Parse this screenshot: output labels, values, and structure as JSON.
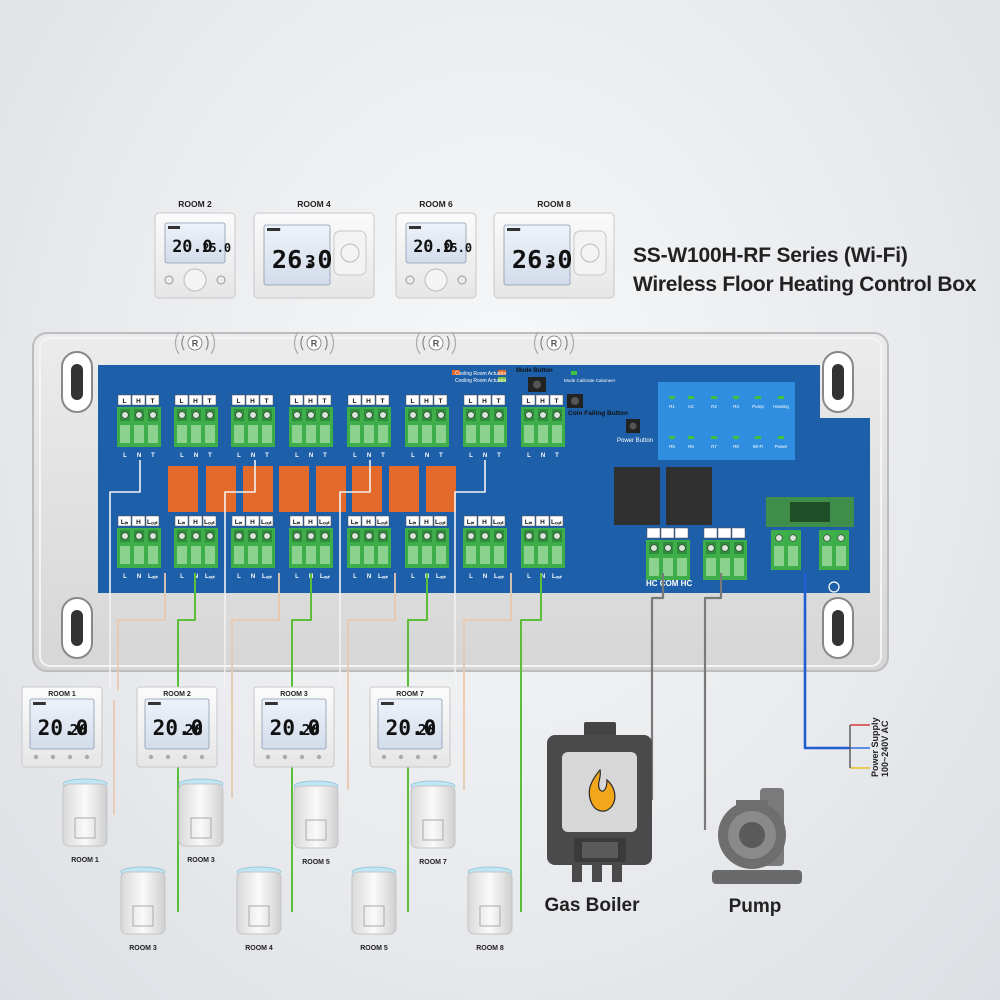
{
  "title": {
    "line1": "SS-W100H-RF Series (Wi-Fi)",
    "line2": "Wireless Floor Heating Control Box"
  },
  "top_thermostats": [
    {
      "label": "ROOM 2",
      "temp": "20.0",
      "set": "25.0",
      "style": "knob"
    },
    {
      "label": "ROOM 4",
      "temp": "26.0",
      "set": "3",
      "style": "pad"
    },
    {
      "label": "ROOM 6",
      "temp": "20.0",
      "set": "25.0",
      "style": "knob"
    },
    {
      "label": "ROOM 8",
      "temp": "26.0",
      "set": "3",
      "style": "pad"
    }
  ],
  "rf_symbol": "R",
  "board": {
    "legend": [
      "Cooling Room Actuator",
      "Cooling Room Actuator"
    ],
    "mode_button": "Mode Button",
    "mode_calibrate": "Mode Calibrate Calomeer",
    "coin_falling_button": "Coin Falling Button",
    "power_button": "Power Button",
    "top_terminal_labels": [
      "L",
      "H",
      "T"
    ],
    "top_bottom_labels": [
      "L",
      "N",
      "T"
    ],
    "lower_terminal_labels": [
      "Lᵢₙ",
      "H",
      "Lₒᵤₜ"
    ],
    "lower_bottom_labels": [
      "L",
      "N",
      "Lₒᵤₜ"
    ],
    "hc_com_hc": "HC COM HC",
    "indicators_row1": [
      "R1",
      "AC",
      "R2",
      "R3",
      "Pump",
      "Heating"
    ],
    "indicators_row2": [
      "R5",
      "R6",
      "R7",
      "R8",
      "Wi-Fi",
      "Power"
    ],
    "indicator_color": "#3ec33e"
  },
  "bottom_thermostats": [
    {
      "label": "ROOM 1",
      "temp": "20.0",
      "set": "26"
    },
    {
      "label": "ROOM 2",
      "temp": "20.0",
      "set": "26"
    },
    {
      "label": "ROOM 3",
      "temp": "20.0",
      "set": "26"
    },
    {
      "label": "ROOM 7",
      "temp": "20.0",
      "set": "26"
    }
  ],
  "actuators_row1": [
    "ROOM 1",
    "ROOM 3",
    "ROOM 5",
    "ROOM 7"
  ],
  "actuators_row2": [
    "ROOM 3",
    "ROOM 4",
    "ROOM 5",
    "ROOM 8"
  ],
  "gas_boiler": "Gas Boiler",
  "pump": "Pump",
  "power_supply": {
    "line1": "Power Supply",
    "line2": "100~240V AC"
  },
  "colors": {
    "board_blue": "#1d5fa8",
    "terminal_green": "#3dae4a",
    "relay_orange": "#e36a2b",
    "wire_green": "#5bbf3a",
    "wire_beige": "#e9c9ae",
    "wire_gray": "#7a7a7a",
    "wire_blue": "#1f5fd0"
  }
}
